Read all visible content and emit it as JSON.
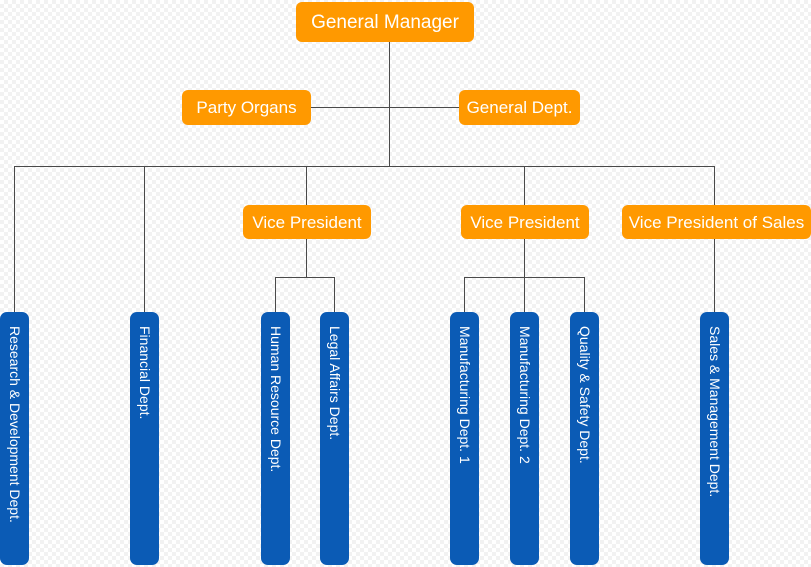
{
  "diagram": {
    "title_node": "General Manager",
    "background": "#ffffff",
    "colors": {
      "executive": "#ff9900",
      "department": "#0b5bb5",
      "connector": "#4a4a4a",
      "label_text": "#ffffff"
    },
    "levels": {
      "level1": [
        "General Manager"
      ],
      "level2": [
        "Party Organs",
        "General Dept."
      ],
      "level3": [
        "Vice President",
        "Vice President",
        "Vice President of Sales"
      ],
      "level4": [
        "Research & Development Dept.",
        "Financial Dept.",
        "Human Resource Dept.",
        "Legal Affairs Dept.",
        "Manufacturing Dept. 1",
        "Manufacturing Dept. 2",
        "Quality & Safety Dept.",
        "Sales & Management Dept."
      ]
    },
    "nodes": {
      "general_manager": "General Manager",
      "party_organs": "Party Organs",
      "general_dept": "General Dept.",
      "vice_president_1": "Vice President",
      "vice_president_2": "Vice President",
      "vice_president_sales": "Vice President of Sales",
      "research_development": "Research & Development Dept.",
      "financial": "Financial Dept.",
      "human_resource": "Human Resource Dept.",
      "legal_affairs": "Legal Affairs Dept.",
      "manufacturing_1": "Manufacturing Dept. 1",
      "manufacturing_2": "Manufacturing Dept. 2",
      "quality_safety": "Quality & Safety Dept.",
      "sales_management": "Sales & Management Dept."
    }
  }
}
